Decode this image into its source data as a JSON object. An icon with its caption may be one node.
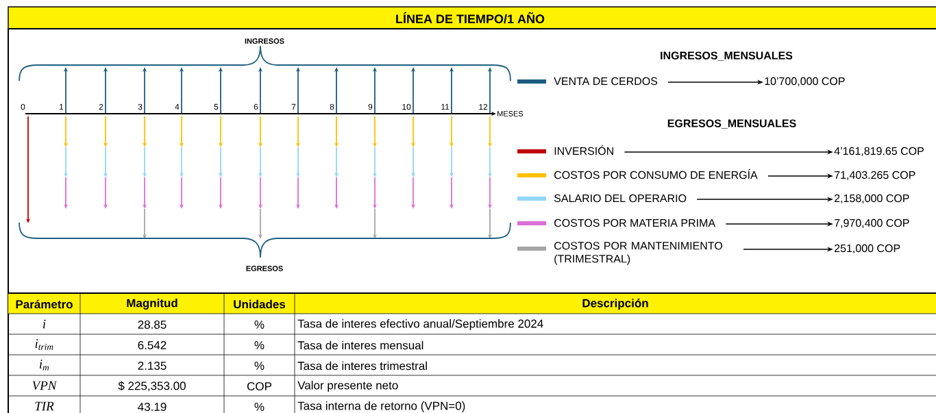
{
  "diagram": {
    "title": "LÍNEA DE TIEMPO/1 AÑO",
    "nodes": [
      {
        "text": [
          "10’700,000 COP"
        ]
      },
      {
        "text": [
          "4’161,819.65 COP"
        ]
      },
      {
        "text": [
          "71,403.265 COP"
        ]
      },
      {
        "text": [
          "2,158,000 COP"
        ]
      },
      {
        "text": [
          "7,970,400 COP"
        ]
      },
      {
        "text": [
          "251,000 COP"
        ]
      }
    ],
    "edges": [
      {
        "from": null,
        "to": 0,
        "arrow": "to"
      },
      {
        "from": null,
        "to": 1,
        "arrow": "to"
      },
      {
        "from": null,
        "to": 2,
        "arrow": "to"
      },
      {
        "from": null,
        "to": 3,
        "arrow": "to"
      },
      {
        "from": null,
        "to": 4,
        "arrow": "to"
      },
      {
        "from": null,
        "to": 5,
        "arrow": "to"
      }
    ],
    "labels": [
      "INGRESOS",
      "0",
      "1",
      "2",
      "3",
      "4",
      "5",
      "6",
      "7",
      "8",
      "9",
      "10",
      "11",
      "12",
      "MESES",
      "EGRESOS",
      "INGRESOS_MENSUALES",
      "EGRESOS_MENSUALES",
      "Parámetro",
      "Magnitud",
      "Unidades",
      "Descripción",
      "i",
      "28.85",
      "%",
      "Tasa de interes efectivo anual/Septiembre 2024",
      "i$_{trim}$",
      "6.542",
      "%",
      "Tasa de interes mensual",
      "i$_{m}$",
      "2.135",
      "%",
      "Tasa de interes trimestral",
      "VPN",
      "$ 225,353.00",
      "COP",
      "Valor presente neto",
      "TIR",
      "43.19",
      "%",
      "Tasa interna de retorno (VPN=0)"
    ],
    "legend": [
      {
        "text": "VENTA DE CERDOS",
        "color": "#1d5c7f"
      },
      {
        "text": "INVERSIÓN",
        "color": "#c00000"
      },
      {
        "text": "COSTOS POR CONSUMO DE ENERGÍA",
        "color": "#ffc000"
      },
      {
        "text": "SALARIO DEL OPERARIO",
        "color": "#92d7f5"
      },
      {
        "text": "COSTOS POR MATERIA PRIMA",
        "color": "#da6fd6"
      },
      {
        "text": "COSTOS POR MANTENIMIENTO (TRIMESTRAL)",
        "color": "#a6a6a6"
      }
    ]
  }
}
